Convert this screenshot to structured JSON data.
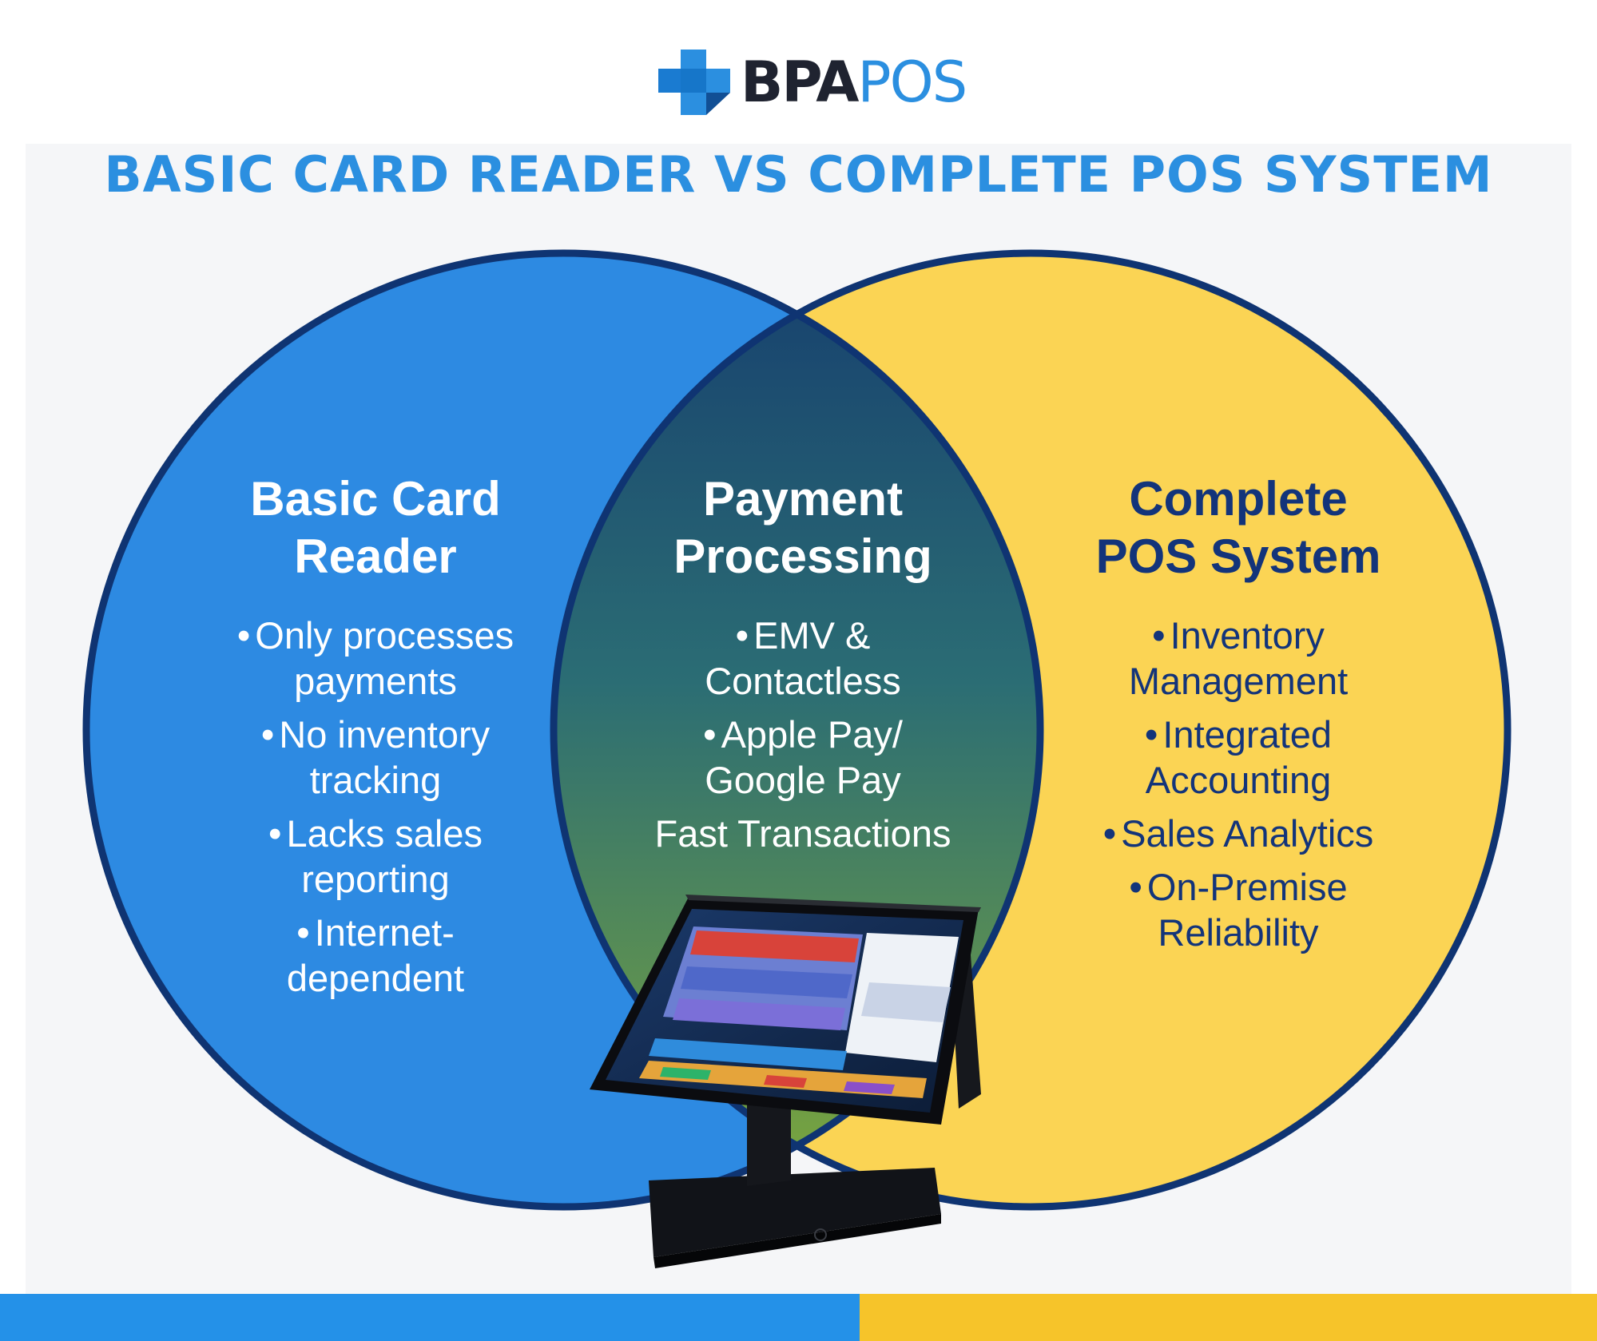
{
  "brand": {
    "name_bold": "BPA",
    "name_light": "POS"
  },
  "title": "BASIC CARD READER VS COMPLETE POS SYSTEM",
  "regions": {
    "left": {
      "title": "Basic Card Reader",
      "title_lines": [
        "Basic Card",
        "Reader"
      ],
      "items": [
        "Only processes payments",
        "No inventory tracking",
        "Lacks sales reporting",
        "Internet-dependent"
      ],
      "item_lines": [
        [
          "Only processes",
          "payments"
        ],
        [
          "No inventory",
          "tracking"
        ],
        [
          "Lacks sales",
          "reporting"
        ],
        [
          "Internet-",
          "dependent"
        ]
      ]
    },
    "middle": {
      "title": "Payment Processing",
      "title_lines": [
        "Payment",
        "Processing"
      ],
      "items": [
        "EMV & Contactless",
        "Apple Pay/Google Pay",
        "Fast Transactions"
      ],
      "item_lines": [
        [
          "EMV &",
          "Contactless"
        ],
        [
          "Apple Pay/",
          "Google Pay"
        ],
        [
          "Fast Transactions"
        ]
      ],
      "item_bullets": [
        true,
        true,
        false
      ]
    },
    "right": {
      "title": "Complete POS System",
      "title_lines": [
        "Complete",
        "POS System"
      ],
      "items": [
        "Inventory Management",
        "Integrated Accounting",
        "Sales Analytics",
        "On-Premise Reliability"
      ],
      "item_lines": [
        [
          "Inventory",
          "Management"
        ],
        [
          "Integrated",
          "Accounting"
        ],
        [
          "Sales Analytics"
        ],
        [
          "On-Premise",
          "Reliability"
        ]
      ]
    }
  },
  "colors": {
    "brand_blue": "#2b8fe0",
    "title_blue": "#2b8fe0",
    "left_circle": "#2d8ae2",
    "right_circle": "#fbd454",
    "circle_outline": "#0f3472",
    "overlap_top": "#163f6e",
    "overlap_bottom": "#7fa93a",
    "right_text": "#13347a",
    "footer_blue": "#2491e8",
    "footer_yellow": "#f6c42a"
  },
  "icons": {
    "logo": "medical-cross-logo-icon",
    "device": "pos-terminal-icon"
  }
}
